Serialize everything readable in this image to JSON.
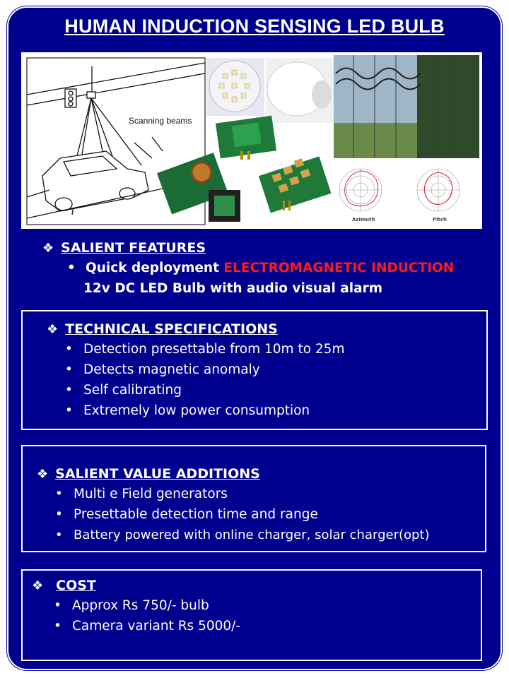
{
  "title": "HUMAN INDUCTION SENSING LED BULB",
  "figure": {
    "scanning_label": "Scanning beams",
    "azimuth_label": "Azimuth",
    "pitch_label": "Pitch"
  },
  "salient_features": {
    "heading": "SALIENT FEATURES",
    "line1_prefix": "Quick deployment",
    "line1_highlight": "ELECTROMAGNETIC INDUCTION",
    "line2": "12v DC LED Bulb with audio visual alarm"
  },
  "technical_specifications": {
    "heading": "TECHNICAL SPECIFICATIONS",
    "items": [
      "Detection presettable from 10m  to 25m",
      "Detects magnetic anomaly",
      "Self calibrating",
      "Extremely low power consumption"
    ]
  },
  "salient_value_additions": {
    "heading": "SALIENT VALUE ADDITIONS",
    "items": [
      "Multi e Field generators",
      "Presettable detection time and range",
      "Battery powered with online charger, solar charger(opt)"
    ]
  },
  "cost": {
    "heading": "COST",
    "items": [
      "Approx Rs 750/- bulb",
      "Camera variant Rs 5000/-"
    ]
  },
  "colors": {
    "background": "#00008f",
    "highlight": "#ff1a1a",
    "text": "#ffffff"
  },
  "icons": {
    "heading_marker": "diamond-bullet-icon",
    "list_marker": "dot-bullet-icon"
  }
}
